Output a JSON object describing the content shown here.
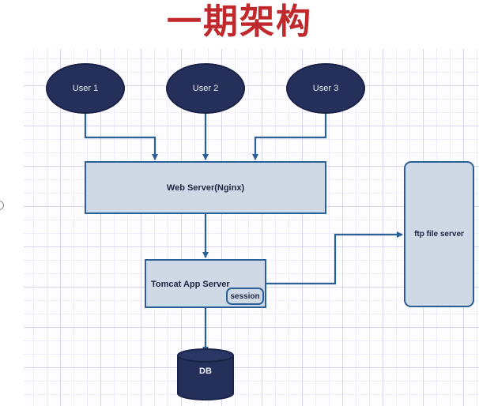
{
  "title": "一期架构",
  "diagram": {
    "users": [
      {
        "label": "User 1"
      },
      {
        "label": "User 2"
      },
      {
        "label": "User 3"
      }
    ],
    "web_server": {
      "label": "Web Server(Nginx)"
    },
    "app_server": {
      "label": "Tomcat App Server",
      "session_label": "session"
    },
    "ftp_server": {
      "label": "ftp file server"
    },
    "database": {
      "label": "DB"
    },
    "edges": [
      {
        "from": "User 1",
        "to": "Web Server(Nginx)"
      },
      {
        "from": "User 2",
        "to": "Web Server(Nginx)"
      },
      {
        "from": "User 3",
        "to": "Web Server(Nginx)"
      },
      {
        "from": "Web Server(Nginx)",
        "to": "Tomcat App Server"
      },
      {
        "from": "Tomcat App Server",
        "to": "ftp file server"
      },
      {
        "from": "Tomcat App Server",
        "to": "DB"
      }
    ],
    "colors": {
      "title": "#c0282c",
      "node_dark": "#25305a",
      "box_fill": "#cfd9e6",
      "connector": "#2b5f97"
    }
  }
}
